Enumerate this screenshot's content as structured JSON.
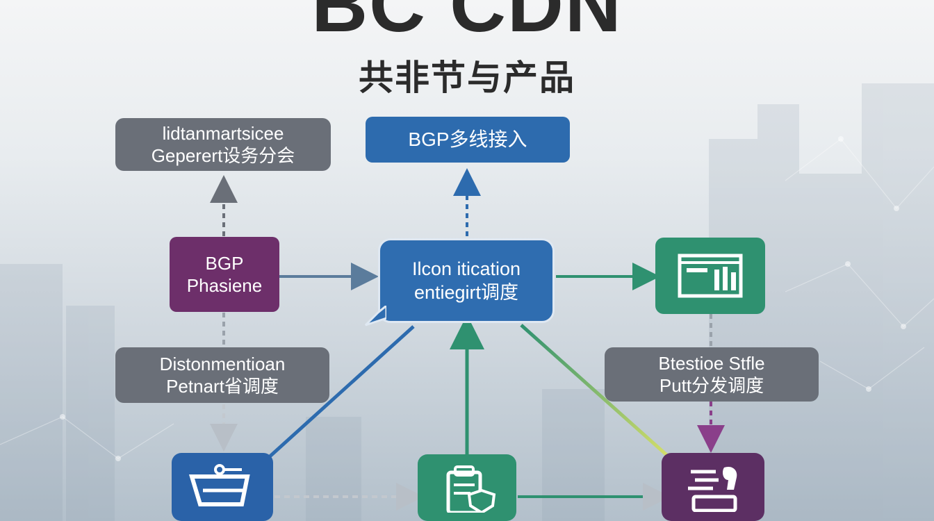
{
  "header": {
    "title": "BC CDN",
    "subtitle": "共非节与产品"
  },
  "nodes": {
    "top_left_label": {
      "line1": "lidtanmartsicee",
      "line2": "Geperert设务分会"
    },
    "top_center_label": {
      "text": "BGP多线接入"
    },
    "left_node": {
      "line1": "BGP",
      "line2": "Phasiene"
    },
    "hub": {
      "line1": "Ilcon itication",
      "line2": "entiegirt调度"
    },
    "right_node": {
      "icon": "monitor-chart-icon"
    },
    "mid_left_label": {
      "line1": "Distonmentioan",
      "line2": "Petnart省调度"
    },
    "mid_right_label": {
      "line1": "Btestioe Stfle",
      "line2": "Putt分发调度"
    },
    "bottom_left_node": {
      "icon": "shopping-cart-icon"
    },
    "bottom_center_node": {
      "icon": "document-shield-icon"
    },
    "bottom_right_node": {
      "icon": "server-equipment-icon"
    }
  },
  "colors": {
    "gray": "#6a6f78",
    "blue": "#2d6bae",
    "purple": "#6d2f6a",
    "green": "#2f9170",
    "plum": "#5c2f63",
    "yellow_green": "#c9d96a"
  }
}
